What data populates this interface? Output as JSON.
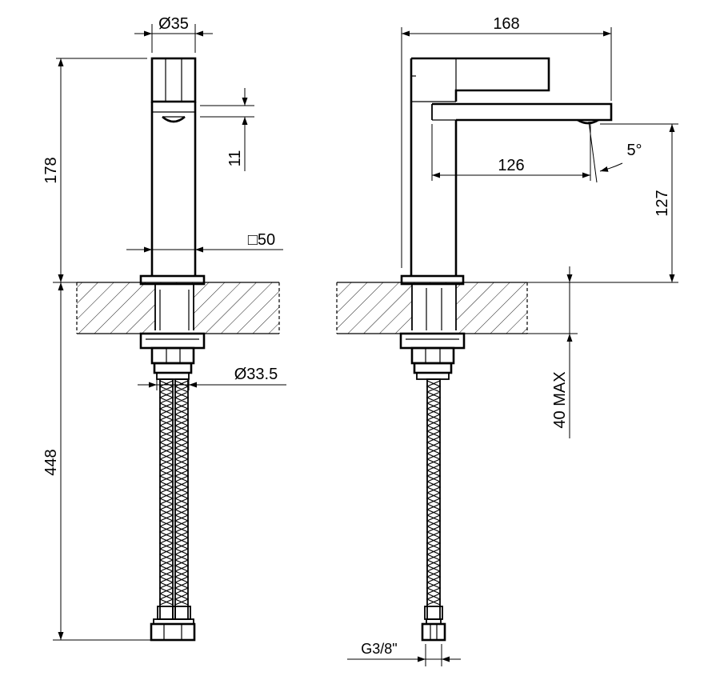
{
  "front_view": {
    "diameter_top": "Ø35",
    "height": "178",
    "aerator_offset": "11",
    "body_square": "□50",
    "diameter_shank": "Ø33.5",
    "hose_length": "448"
  },
  "side_view": {
    "overall_length": "168",
    "spout_reach": "126",
    "spout_angle": "5°",
    "spout_height": "127",
    "max_thickness": "40 MAX",
    "thread": "G3/8\""
  }
}
